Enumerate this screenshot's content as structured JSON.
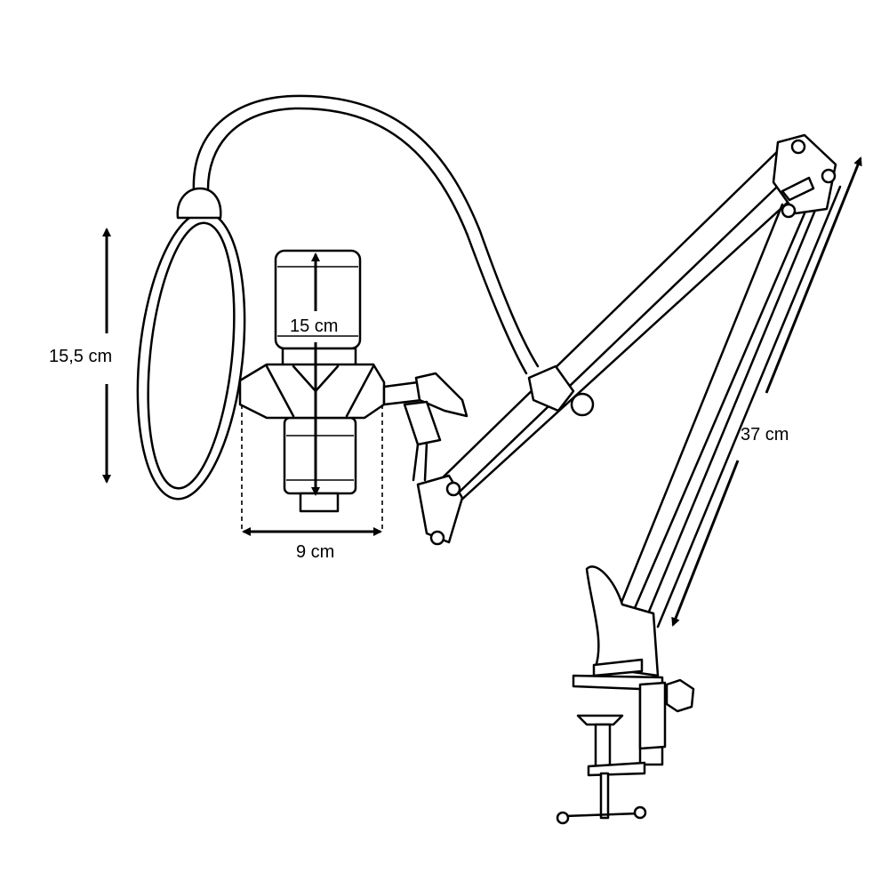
{
  "title": "Microphone with boom arm and pop filter – dimensions",
  "dimensions": {
    "pop_filter_height": "15,5 cm",
    "microphone_height": "15 cm",
    "shock_mount_width": "9 cm",
    "arm_length": "37 cm"
  }
}
